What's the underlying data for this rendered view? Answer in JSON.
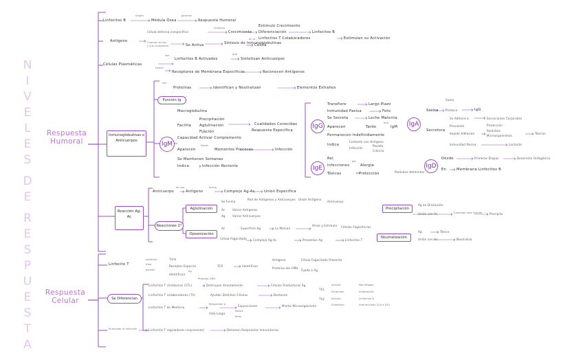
{
  "title": {
    "letters_1": [
      "N",
      "I",
      "V",
      "E",
      "L",
      "E",
      "S"
    ],
    "letters_2": [
      "D",
      "E"
    ],
    "letters_3": [
      "R",
      "E",
      "S",
      "P",
      "U",
      "E",
      "S",
      "T",
      "A"
    ]
  },
  "sections": {
    "humoral": "Respuesta Humoral",
    "celular": "Respuesta Celular"
  },
  "boxes": {
    "inmuno": "Inmunoglobulinas o Anticuerpos",
    "reaccion": "Reacción Ag-Ac",
    "funcion_ig": "Función Ig",
    "aglutinacion": "Aglutinación",
    "opsonizacion": "Opsonización",
    "reacciones_2": "Reacciones 2°",
    "precipitacion": "Precipitación",
    "neutralizacion": "Neutralización",
    "se_diferencian": "Se Diferencian"
  },
  "circles": {
    "igm": "IgM",
    "igg": "IgG",
    "ige": "IgE",
    "iga": "IgA",
    "igd": "IgD"
  },
  "row_b": {
    "b": "Linfocitos B",
    "s1": "Médula Ósea",
    "s2": "Respuesta Humoral",
    "n1": "origen",
    "n2": "generan"
  },
  "antigeno": {
    "label": "Antígeno",
    "r1": "Célula defensa inespecífica",
    "n1": "presenta",
    "r1b": "Linfocito",
    "r1c": "Crecimiento",
    "r1d": "Estímulo Crecimiento",
    "r1e": "Diferenciación",
    "r1f": "Linfocitos B",
    "r1g": "Linfocitos T Colaboradores",
    "r1h": "Estimulan su Activación",
    "r2": "Cuando no hay",
    "r2b": "y sus receptores",
    "r2c": "Se Activa",
    "r2d": "Síntesis de Inmunoglobulinas",
    "r2e": "en la",
    "r2f": "Célula"
  },
  "plasmatica": {
    "label": "Células Plasmáticas",
    "n1": "son",
    "a": "Linfocitos B Activados",
    "n2": "que",
    "b": "Sintetizan Anticuerpos",
    "n3": "tienen",
    "c": "Receptores de Membrana Específicos",
    "d": "Reconocen Antígenos"
  },
  "inmuno_rows": {
    "n1": "son",
    "proteinas": "Proteínas",
    "identifican": "Identifican y Neutralizan",
    "elementos": "Elementos Extraños",
    "igm_lines": [
      "Macroglobulina",
      "Facilita",
      "Precipitación",
      "Aglutinación",
      "Fijación",
      "Capacidad Activar Complemento",
      "Aparecen",
      "Horas",
      "Momentos Precoces",
      "Infección",
      "Se Mantienen Semanas",
      "Indica",
      "Infección Reciente"
    ],
    "igm_right": [
      "Cualidades Conocidas",
      "Respuesta Específica"
    ]
  },
  "igg_lines": [
    "Transfiere",
    "Largo Plazo",
    "Inmunidad Pasiva",
    "Feto",
    "Se Secreta",
    "Leche Materna",
    "Aparecen",
    "Tarde",
    "que",
    "IgM",
    "Permanecen Indefinidamente",
    "Indica",
    "Contacto con Antígeno",
    "Infección",
    "Pasada",
    "Crónica"
  ],
  "ige_lines": [
    "Rel.",
    "Infecciones",
    "por",
    "Alergia",
    "Tóxicas",
    "Protección",
    "Parásitos Helmintos"
  ],
  "iga_lines": [
    "Suero",
    "Sérica",
    "Produce",
    "IgG",
    "Secretora",
    "Se Adhiere a",
    "Secreciones Corporales",
    "Previenen",
    "Protección",
    "Parásitos",
    "Microorganismos",
    "Impide Adhesión",
    "Tóxicos",
    "Inmunidad Pasiva",
    "Lactante"
  ],
  "igd_lines": [
    "Desde",
    "Primeras Etapas",
    "Desarrollo Ontogénico",
    "En",
    "Membrana Linfocitos B"
  ],
  "reaccion_rows": {
    "anticuerpo": "Anticuerpo",
    "n1": "se une",
    "antigeno": "Antígeno",
    "n2": "forma",
    "complejo": "Complejo Ag-Ac",
    "union": "Unión Específica",
    "agl_1": "Se Forma",
    "agl_2": "Red de Antígenos y Anticuerpos",
    "agl_3": "Unión Antígeno",
    "agl_4": "Anticuerpo",
    "agl_5": "Ac",
    "agl_6": "Varios Antígenos",
    "agl_7": "Ag",
    "agl_8": "Varios Anticuerpos",
    "ops_1": "Ac",
    "ops_2": "Superficie Ag",
    "ops_3": "Lo Marcan",
    "ops_4": "Atrae y Estimula",
    "ops_5": "Células Fagocitarias",
    "ops_6": "Célula Fagocitada",
    "ops_7": "Complejo Ag-Ac",
    "ops_8": "Presentan Ag",
    "ops_9": "Linfocitos T",
    "pre_1": "Ag en Disolución",
    "pre_2": "Unión con Ac",
    "pre_3": "Complejo más Grande",
    "pre_4": "Precipita",
    "neu_1": "Ag",
    "neu_2": "Tóxico",
    "neu_3": "Unión con Ac",
    "neu_4": "Neutraliza"
  },
  "celular_rows": {
    "lt": "Linfocito T",
    "n1": "maduran",
    "n2": "timo",
    "n3": "poseen",
    "timo": "Timo",
    "receptor": "Receptor Especial",
    "ag": "Ag",
    "identifica": "Identifican",
    "tcr": "TCR",
    "proteina": "Proteína CMH",
    "identifican": "Identifican",
    "antigeno": "Antígeno",
    "celula": "Célula Fagocitada Presenta",
    "proteina2": "Proteína del CMH",
    "fijada": "Fijada a Ag",
    "ctl": "Linfocitos T citotóxicos (CTL)",
    "ctl2": "Destruyen directamente",
    "ctl3": "Células Productoras Ag",
    "th": "Linfocitos T colaboradores (Th)",
    "th2": "Ayudan Distintas Células",
    "th3": "Destacan",
    "th1a": "Th1",
    "th1b": "Activan",
    "th1c": "Macrófagos",
    "th1d": "Estimulan",
    "th1e": "Inflamación",
    "th2a": "Th2",
    "th2b": "Activan",
    "th2c": "Linfocitos B",
    "th2d": "Sintetizan",
    "th2e": "Interleucinas (IL4 e IL5)",
    "mem": "Linfocitos T de Memoria",
    "mem2": "Responden a",
    "mem3": "Exposiciones",
    "mem4": "Mismo Microorganismo",
    "mem5": "Vida Larga",
    "mem6": "Meses",
    "mem7": "Años",
    "reg": "Linfocitos T reguladores (supresores)",
    "reg2": "Detienen Respuestas Inmunitarias",
    "reg0": "Eliminado la Infección"
  },
  "colors": {
    "accent": "#9a4cc2",
    "title": "#e4c6f2",
    "section": "#c46ee0"
  }
}
